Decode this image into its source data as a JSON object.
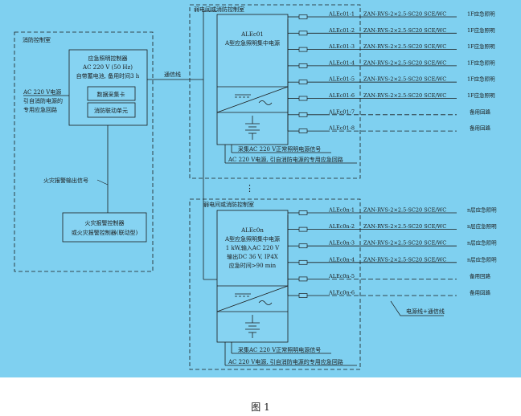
{
  "colors": {
    "background": "#7fd0f0",
    "line": "#1b1b1b",
    "box_fill": "#86d3f2"
  },
  "fire_room": {
    "label": "消防控制室",
    "controller": {
      "lines": [
        "应急照明控制器",
        "AC 220 V (50 Hz)",
        "自带蓄电池, 备用时间3 h"
      ],
      "data_card": "数据采集卡",
      "linkage_unit": "消防联动单元"
    },
    "ac_source": [
      "AC 220 V电源",
      "引自消防电源的",
      "专用应急回路"
    ],
    "alarm_signal": "火灾报警输出信号",
    "alarm_controller": [
      "火灾报警控制器",
      "或火灾报警控制器(联动型)"
    ]
  },
  "comm_line": "通信线",
  "ellipsis": "⋮",
  "legend_line": "电源线+通信线",
  "rooms": [
    {
      "title": "弱电间或消防控制室",
      "box_lines": [
        "ALEc01",
        "A型应急照明集中电源"
      ],
      "inputs": [
        "采集AC 220 V正常照明电源信号",
        "AC 220 V电源, 引自消防电源的专用应急回路"
      ],
      "circuits": [
        {
          "id": "ALEc01-1",
          "cable": "ZAN-RVS-2×2.5-SC20  SCE/WC",
          "target": "1F应急照明"
        },
        {
          "id": "ALEc01-2",
          "cable": "ZAN-RVS-2×2.5-SC20  SCE/WC",
          "target": "1F应急照明"
        },
        {
          "id": "ALEc01-3",
          "cable": "ZAN-RVS-2×2.5-SC20  SCE/WC",
          "target": "1F应急照明"
        },
        {
          "id": "ALEc01-4",
          "cable": "ZAN-RVS-2×2.5-SC20  SCE/WC",
          "target": "1F应急照明"
        },
        {
          "id": "ALEc01-5",
          "cable": "ZAN-RVS-2×2.5-SC20  SCE/WC",
          "target": "1F应急照明"
        },
        {
          "id": "ALEc01-6",
          "cable": "ZAN-RVS-2×2.5-SC20  SCE/WC",
          "target": "1F应急照明"
        },
        {
          "id": "ALEc01-7",
          "cable": "",
          "target": "备用回路"
        },
        {
          "id": "ALEc01-8",
          "cable": "",
          "target": "备用回路"
        }
      ]
    },
    {
      "title": "弱电间或消防控制室",
      "box_lines": [
        "ALEc0n",
        "A型应急照明集中电源",
        "1 kW,输入AC 220 V",
        "输出DC 36 V, IP4X",
        "应急时间>90 min"
      ],
      "inputs": [
        "采集AC 220 V正常照明电源信号",
        "AC 220 V电源, 引自消防电源的专用应急回路"
      ],
      "circuits": [
        {
          "id": "ALEc0n-1",
          "cable": "ZAN-RVS-2×2.5-SC20  SCE/WC",
          "target": "n层应急照明"
        },
        {
          "id": "ALEc0n-2",
          "cable": "ZAN-RVS-2×2.5-SC20  SCE/WC",
          "target": "n层应急照明"
        },
        {
          "id": "ALEc0n-3",
          "cable": "ZAN-RVS-2×2.5-SC20  SCE/WC",
          "target": "n层应急照明"
        },
        {
          "id": "ALEc0n-4",
          "cable": "ZAN-RVS-2×2.5-SC20  SCE/WC",
          "target": "n层应急照明"
        },
        {
          "id": "ALEc0n-5",
          "cable": "",
          "target": "备用回路"
        },
        {
          "id": "ALEc0n-6",
          "cable": "",
          "target": "备用回路"
        }
      ]
    }
  ],
  "caption": "图 1"
}
